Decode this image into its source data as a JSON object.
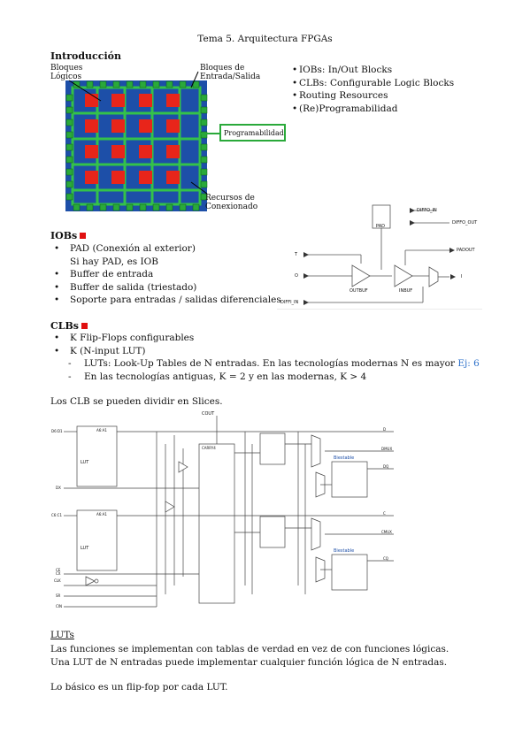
{
  "doc_title": "Tema 5. Arquitectura FPGAs",
  "intro": {
    "heading": "Introducción",
    "fig_labels": {
      "bloques_logicos": [
        "Bloques",
        "Lógicos"
      ],
      "bloques_es": [
        "Bloques de",
        "Entrada/Salida"
      ],
      "programabilidad": "Programabilidad",
      "recursos": [
        "Recursos de",
        "Conexionado"
      ]
    },
    "bullets": [
      "IOBs: In/Out Blocks",
      "CLBs: Configurable Logic Blocks",
      "Routing Resources",
      "(Re)Programabilidad"
    ]
  },
  "iob": {
    "heading": "IOBs",
    "bullets": [
      "PAD (Conexión al exterior)",
      "Si hay PAD, es IOB",
      "Buffer de entrada",
      "Buffer de salida (triestado)",
      "Soporte para entradas / salidas diferenciales"
    ],
    "diagram_labels": {
      "pad": "PAD",
      "diffo_in": "DIFFO_IN",
      "diffo_out": "DIFFO_OUT",
      "padout": "PADOUT",
      "t": "T",
      "o": "O",
      "i": "I",
      "outbuf": "OUTBUF",
      "inbuf": "INBUF",
      "diffi_in": "DIFFI_IN"
    }
  },
  "clb": {
    "heading": "CLBs",
    "bullets": [
      "K Flip-Flops configurables",
      "K (N-input LUT)"
    ],
    "sub_bullets": [
      {
        "text": "LUTs: Look-Up Tables de N entradas. En las tecnologías modernas N es mayor ",
        "link": "Ej: 6"
      },
      {
        "text": "En las tecnologías antiguas, K = 2 y en las modernas, K > 4",
        "link": ""
      }
    ],
    "slices_text": "Los CLB se pueden dividir en Slices.",
    "diagram_labels": {
      "cout": "COUT",
      "carry": "CARRY4",
      "lut": "LUT",
      "bestable": "Biestable",
      "d_in": "D6:D1",
      "dx": "DX",
      "c_in": "C6:C1",
      "cx": "CX",
      "ce": "CE",
      "clk": "CLK",
      "sr": "SR",
      "cin": "CIN",
      "out_d": "D",
      "out_dmux": "DMUX",
      "out_dq": "DQ",
      "out_c": "C",
      "out_cmux": "CMUX",
      "out_cq": "CQ",
      "a6a1": "A6:A1"
    }
  },
  "luts": {
    "heading": "LUTs",
    "lines": [
      "Las funciones se implementan con tablas de verdad en vez de con funciones lógicas.",
      "Una LUT de N entradas puede implementar cualquier función lógica de N entradas."
    ],
    "last": "Lo básico es un flip-fop por cada LUT."
  },
  "colors": {
    "red": "#e01010",
    "blue": "#1d4fa8",
    "green": "#2aa93a",
    "link": "#2a6fc9",
    "text": "#111111"
  }
}
